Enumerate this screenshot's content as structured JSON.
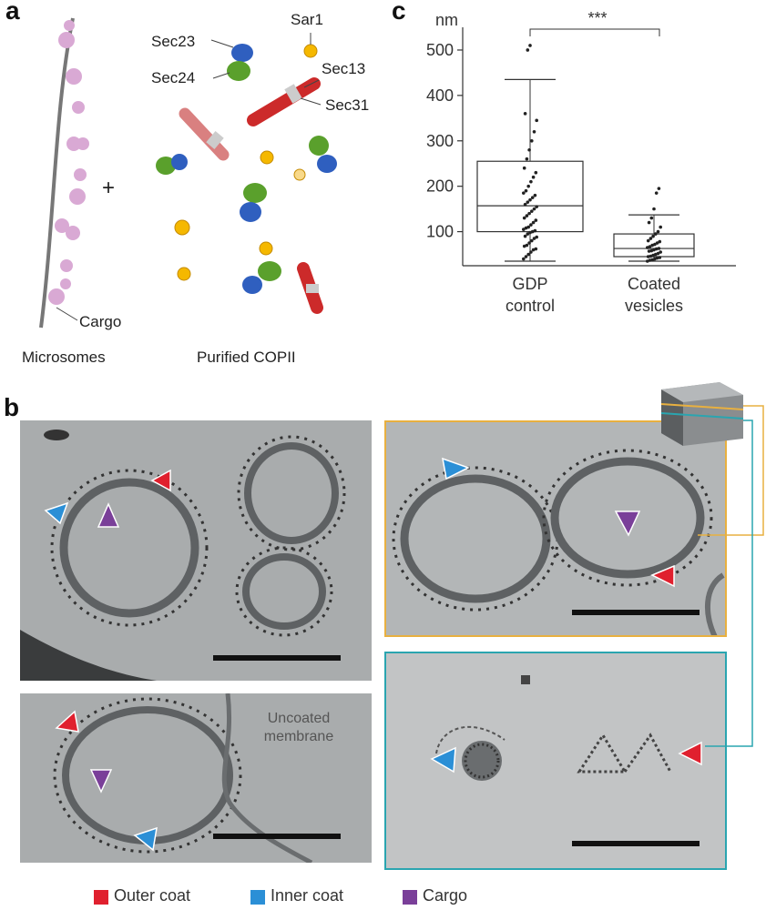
{
  "panels": {
    "a": "a",
    "b": "b",
    "c": "c"
  },
  "panel_a": {
    "plus": "+",
    "labels": {
      "sec23": "Sec23",
      "sec24": "Sec24",
      "sar1": "Sar1",
      "sec13": "Sec13",
      "sec31": "Sec31",
      "cargo": "Cargo",
      "microsomes": "Microsomes",
      "purified": "Purified COPII"
    },
    "colors": {
      "cargo": "#d9a9d4",
      "blue": "#2f5fbf",
      "green": "#5aa02c",
      "red": "#cc2a2a",
      "pink": "#d98080",
      "yellow": "#f5b800"
    }
  },
  "chart_data": {
    "type": "box",
    "unit_label": "nm",
    "yticks": [
      100,
      200,
      300,
      400,
      500
    ],
    "ylim": [
      25,
      530
    ],
    "categories": [
      {
        "line1": "GDP",
        "line2": "control",
        "whisker_low": 35,
        "q1": 100,
        "median": 157,
        "q3": 255,
        "whisker_high": 435,
        "points": [
          40,
          45,
          50,
          55,
          60,
          62,
          68,
          70,
          75,
          80,
          85,
          88,
          90,
          95,
          98,
          100,
          102,
          105,
          108,
          110,
          115,
          120,
          125,
          130,
          135,
          140,
          145,
          150,
          155,
          160,
          165,
          170,
          175,
          180,
          185,
          190,
          200,
          210,
          220,
          230,
          240,
          260,
          280,
          300,
          320,
          345,
          360,
          500,
          510
        ]
      },
      {
        "line1": "Coated",
        "line2": "vesicles",
        "whisker_low": 35,
        "q1": 45,
        "median": 63,
        "q3": 95,
        "whisker_high": 137,
        "points": [
          35,
          37,
          38,
          40,
          42,
          43,
          45,
          46,
          48,
          50,
          52,
          55,
          57,
          58,
          60,
          62,
          63,
          65,
          67,
          70,
          72,
          75,
          78,
          80,
          85,
          90,
          95,
          100,
          110,
          120,
          130,
          150,
          185,
          195
        ]
      }
    ],
    "significance": "***"
  },
  "panel_b": {
    "uncoated": "Uncoated membrane"
  },
  "legend": [
    {
      "label": "Outer coat",
      "color": "#e0202e"
    },
    {
      "label": "Inner coat",
      "color": "#2b8fd6"
    },
    {
      "label": "Cargo",
      "color": "#7a3f99"
    }
  ]
}
